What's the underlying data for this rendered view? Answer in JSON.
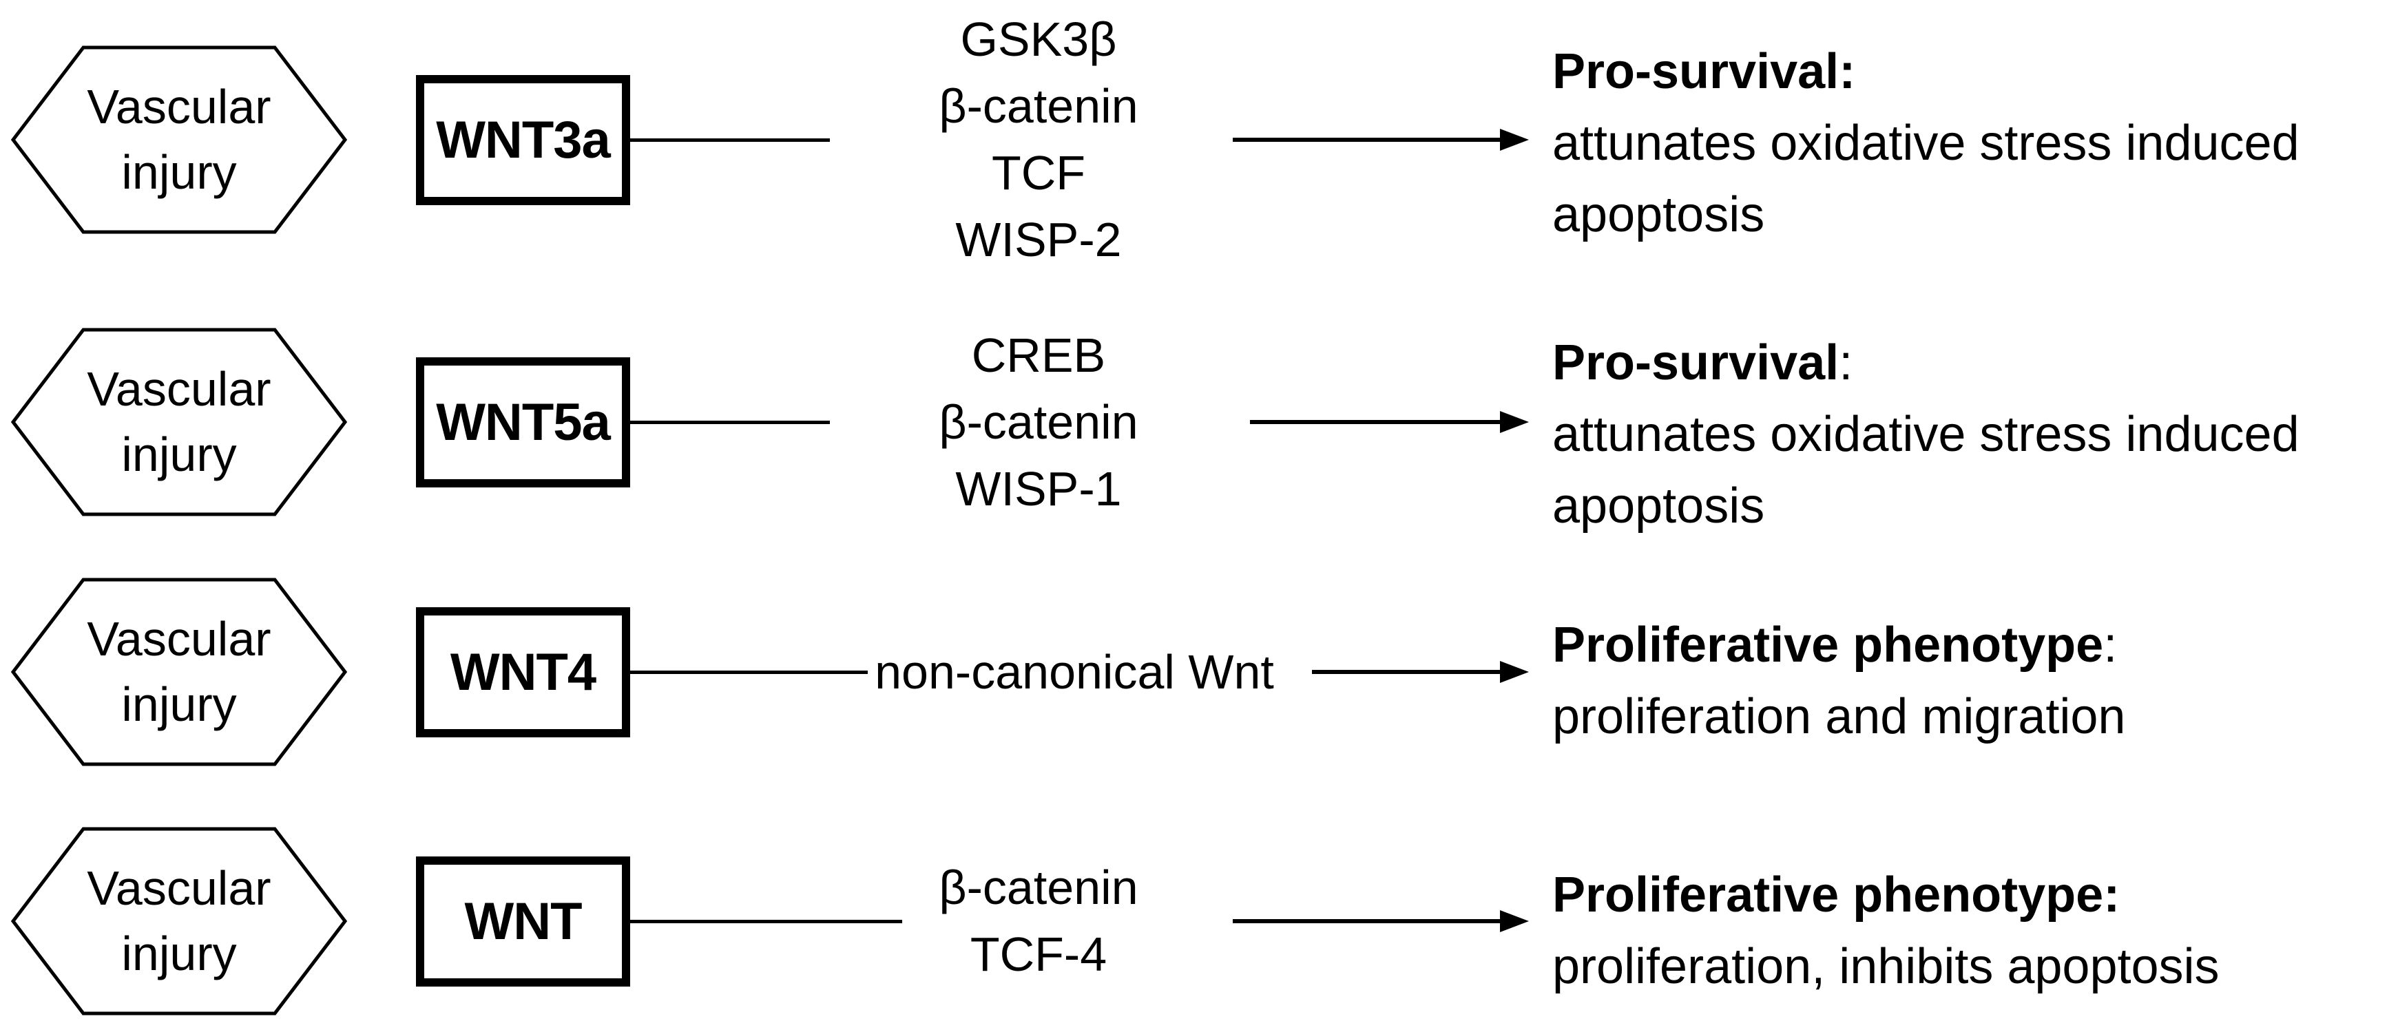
{
  "colors": {
    "ink": "#000000",
    "background": "#ffffff"
  },
  "rows": [
    {
      "trigger": "Vascular injury",
      "gene": "WNT3a",
      "mediators": [
        "GSK3β",
        "β-catenin",
        "TCF",
        "WISP-2"
      ],
      "outcome": {
        "title": "Pro-survival",
        "colon": ":",
        "lines": [
          "attunates oxidative stress induced",
          "apoptosis"
        ]
      }
    },
    {
      "trigger": "Vascular injury",
      "gene": "WNT5a",
      "mediators": [
        "CREB",
        "β-catenin",
        "WISP-1"
      ],
      "outcome": {
        "title": "Pro-survival",
        "colon": ":",
        "lines": [
          "attunates oxidative stress induced",
          "apoptosis"
        ]
      }
    },
    {
      "trigger": "Vascular injury",
      "gene": "WNT4",
      "mediators": [
        "non-canonical Wnt"
      ],
      "outcome": {
        "title": "Proliferative phenotype",
        "colon": ":",
        "lines": [
          "proliferation and migration"
        ]
      }
    },
    {
      "trigger": "Vascular injury",
      "gene": "WNT",
      "mediators": [
        "β-catenin",
        "TCF-4"
      ],
      "outcome": {
        "title": "Proliferative phenotype",
        "colon": ":",
        "lines": [
          "proliferation, inhibits apoptosis"
        ]
      }
    }
  ]
}
